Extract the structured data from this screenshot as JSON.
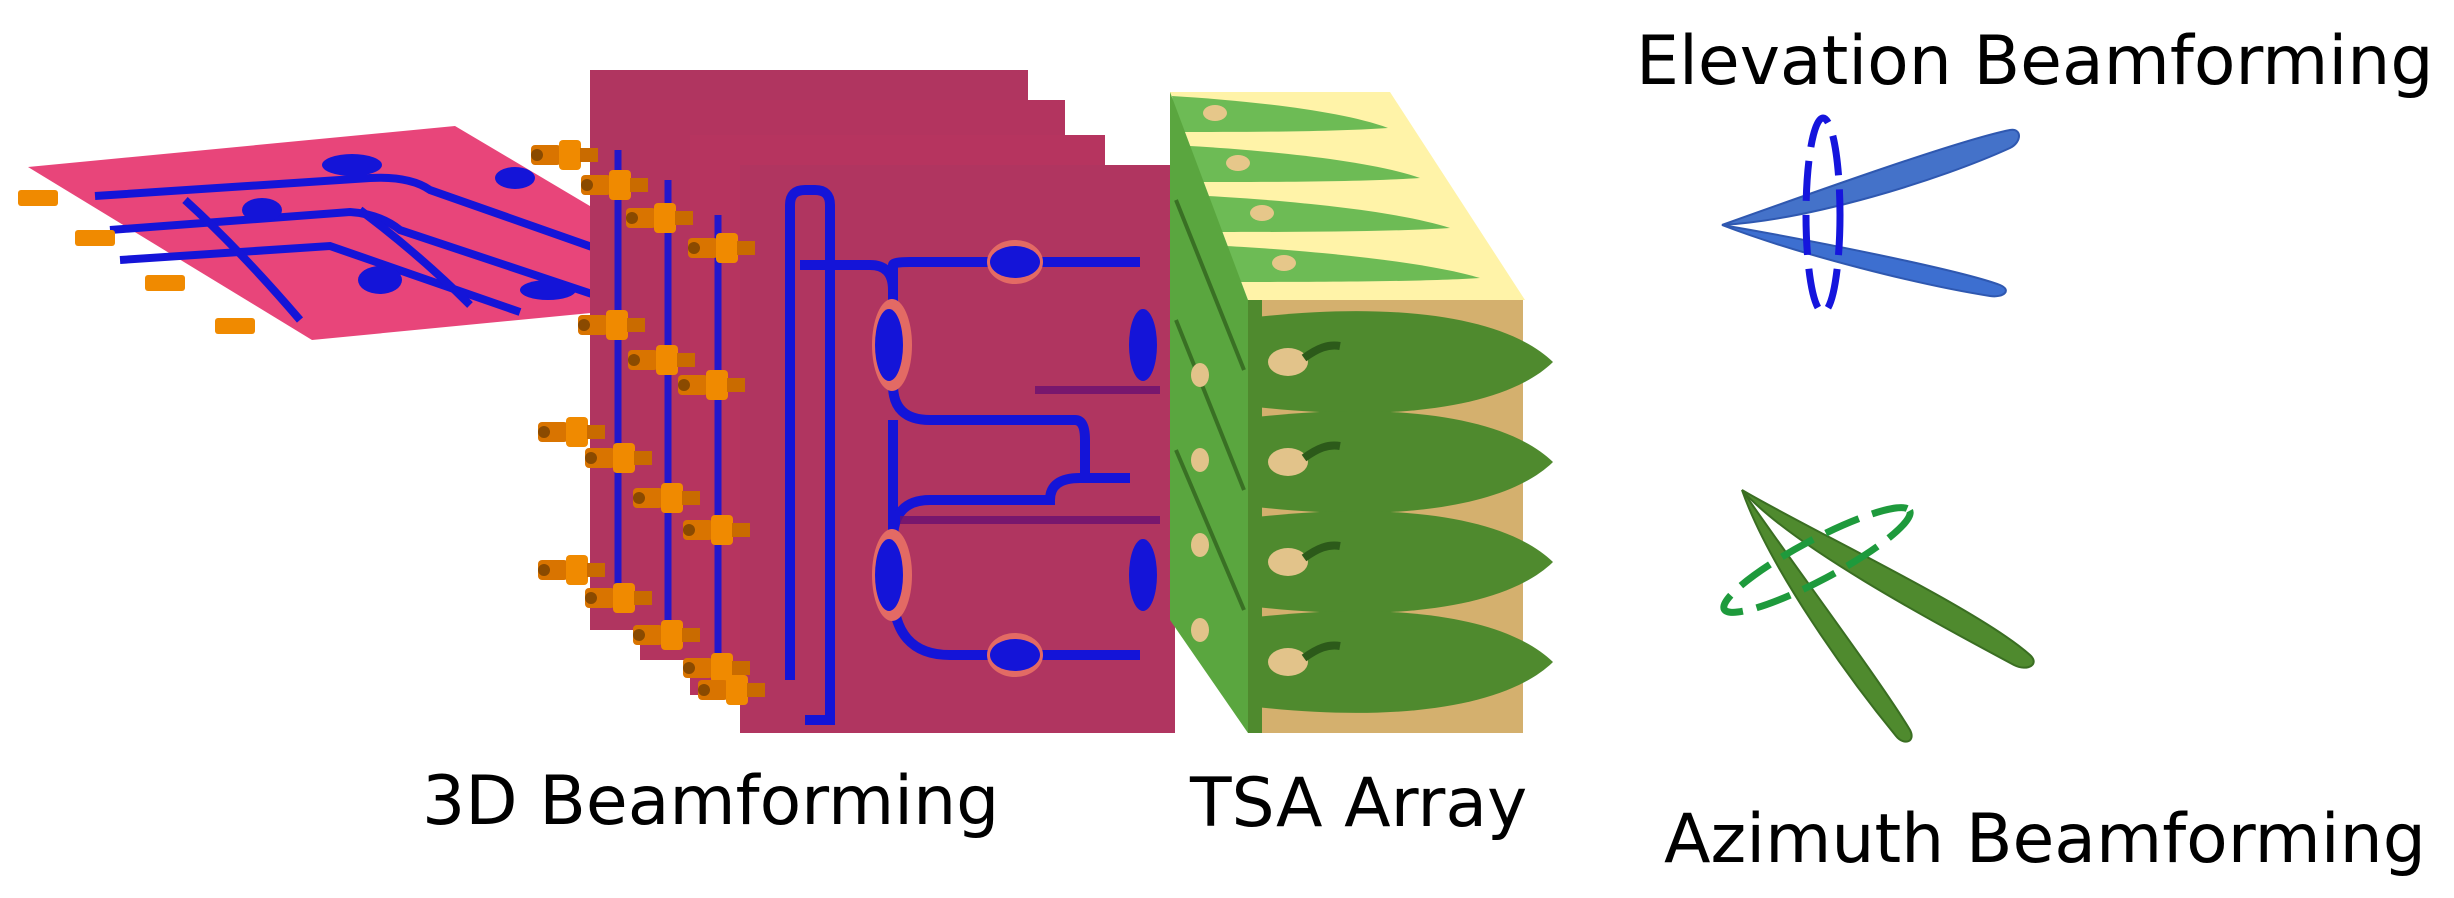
{
  "labels": {
    "beamforming_3d": "3D Beamforming",
    "tsa_array": "TSA Array",
    "elevation": "Elevation Beamforming",
    "azimuth": "Azimuth Beamforming"
  },
  "colors": {
    "pcb_magenta": "#b03560",
    "pcb_top": "#e8457a",
    "trace_blue": "#1414d8",
    "connector_orange": "#f08a00",
    "tsa_green": "#6dbb55",
    "tsa_dark_green": "#4f8a2e",
    "tsa_tan": "#c9a66a",
    "beam_blue": "#3d6fd0",
    "beam_green": "#4f8a2e",
    "cut_blue": "#1515dd",
    "cut_green": "#1e9a3c"
  },
  "icons": {
    "elevation_beam": "blue-twin-lobe-icon",
    "azimuth_beam": "green-twin-lobe-icon",
    "connector": "sma-connector-icon"
  }
}
